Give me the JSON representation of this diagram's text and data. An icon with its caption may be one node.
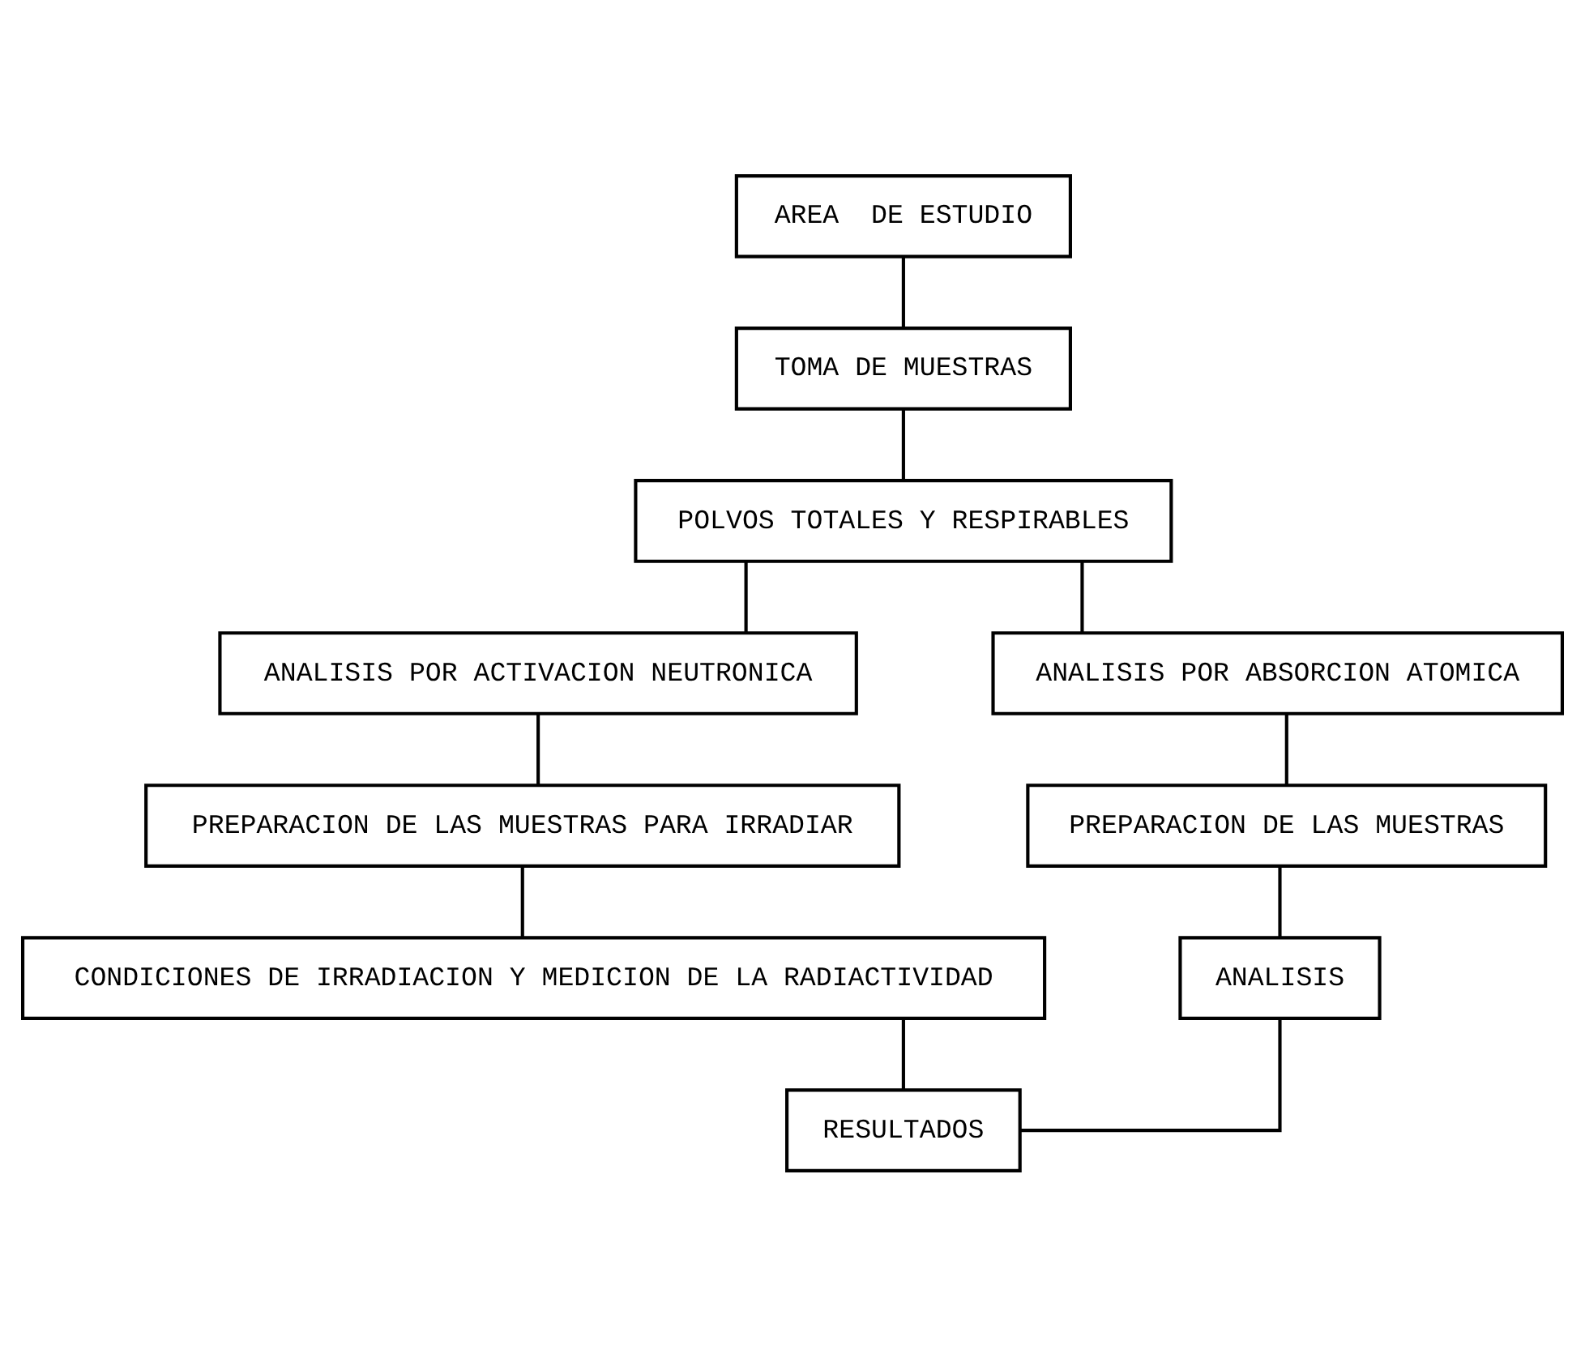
{
  "diagram": {
    "nodes": [
      {
        "text": [
          "AREA  DE ESTUDIO"
        ]
      },
      {
        "text": [
          "TOMA DE MUESTRAS"
        ]
      },
      {
        "text": [
          "POLVOS TOTALES Y RESPIRABLES"
        ]
      },
      {
        "text": [
          "ANALISIS POR ACTIVACION NEUTRONICA"
        ]
      },
      {
        "text": [
          "ANALISIS POR ABSORCION ATOMICA"
        ]
      },
      {
        "text": [
          "PREPARACION DE LAS MUESTRAS PARA IRRADIAR"
        ]
      },
      {
        "text": [
          "PREPARACION DE LAS MUESTRAS"
        ]
      },
      {
        "text": [
          "CONDICIONES DE IRRADIACION Y MEDICION DE LA RADIACTIVIDAD"
        ]
      },
      {
        "text": [
          "ANALISIS"
        ]
      },
      {
        "text": [
          "RESULTADOS"
        ]
      }
    ],
    "edges": [
      {
        "from": 0,
        "to": 1,
        "arrow": "none"
      },
      {
        "from": 1,
        "to": 2,
        "arrow": "none"
      },
      {
        "from": 2,
        "to": 3,
        "arrow": "none"
      },
      {
        "from": 2,
        "to": 4,
        "arrow": "none"
      },
      {
        "from": 3,
        "to": 5,
        "arrow": "none"
      },
      {
        "from": 5,
        "to": 7,
        "arrow": "none"
      },
      {
        "from": 4,
        "to": 6,
        "arrow": "none"
      },
      {
        "from": 6,
        "to": 8,
        "arrow": "none"
      },
      {
        "from": 7,
        "to": 9,
        "arrow": "none"
      },
      {
        "from": 8,
        "to": 9,
        "arrow": "none"
      }
    ]
  }
}
